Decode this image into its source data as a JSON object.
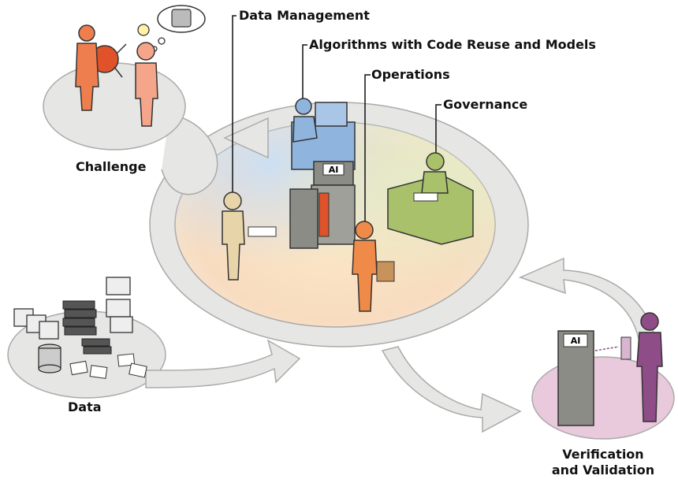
{
  "diagram": {
    "labels": {
      "data_management": "Data Management",
      "algorithms": "Algorithms with Code Reuse and Models",
      "operations": "Operations",
      "governance": "Governance",
      "challenge": "Challenge",
      "data": "Data",
      "verification_line1": "Verification",
      "verification_line2": "and Validation"
    },
    "ai_badge": "AI",
    "colors": {
      "challenge_figure": "#ef7e4f",
      "challenge_robot": "#e0522a",
      "challenge_person": "#f4a58a",
      "data_mgmt_figure": "#e7d4a8",
      "algorithms_figure": "#8fb4de",
      "operations_figure": "#f08a48",
      "governance_figure": "#a9c16b",
      "verification_figure": "#8e4d86",
      "verification_disc": "#e9c9dc",
      "ring": "#e4e4e2",
      "machine": "#8c8c86"
    }
  }
}
